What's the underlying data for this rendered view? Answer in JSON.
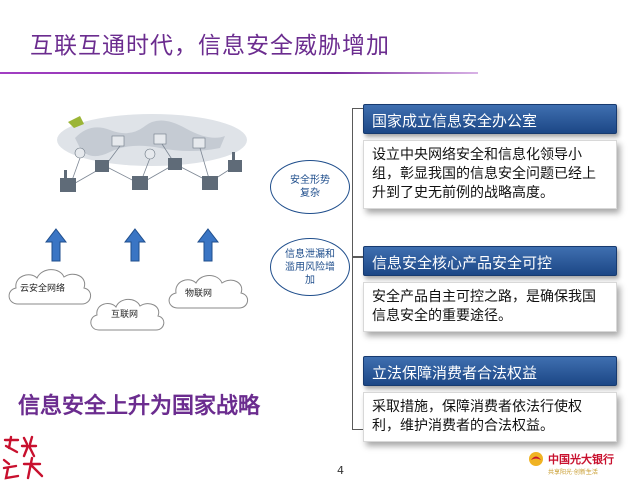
{
  "slide": {
    "title": "互联互通时代，信息安全威胁增加",
    "accent_color": "#6b2c8f",
    "header_blue": "#1f4e8c",
    "page_number": "4"
  },
  "network": {
    "clouds": [
      {
        "label": "云安全网络"
      },
      {
        "label": "互联网"
      },
      {
        "label": "物联网"
      }
    ]
  },
  "threats": [
    {
      "label": "安全形势复杂"
    },
    {
      "label": "信息泄漏和滥用风险增加"
    }
  ],
  "cards": [
    {
      "header": "国家成立信息安全办公室",
      "body": "设立中央网络安全和信息化领导小组，彰显我国的信息安全问题已经上升到了史无前例的战略高度。"
    },
    {
      "header": "信息安全核心产品安全可控",
      "body": "安全产品自主可控之路，是确保我国信息安全的重要途径。"
    },
    {
      "header": "立法保障消费者合法权益",
      "body": "采取措施，保障消费者依法行使权利，维护消费者的合法权益。"
    }
  ],
  "slogan": "信息安全上升为国家战略",
  "branding": {
    "bank_name": "中国光大银行",
    "tagline": "共享阳光·创新生活",
    "logo_text": "智光遠大"
  }
}
